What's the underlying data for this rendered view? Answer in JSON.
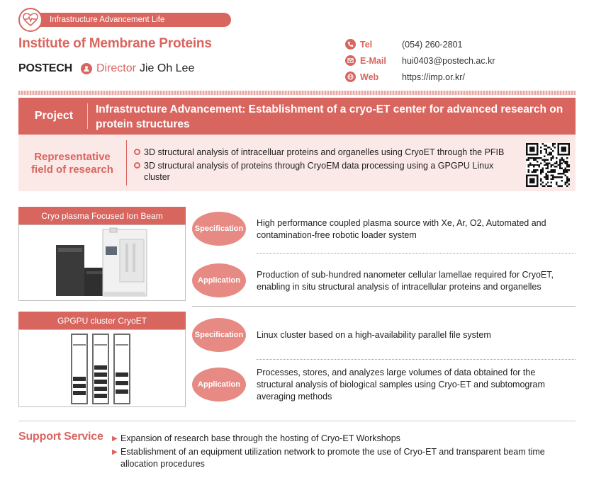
{
  "header": {
    "badge_text": "Infrastructure Advancement Life",
    "institute_name": "Institute of Membrane Proteins",
    "university": "POSTECH",
    "director_label": "Director",
    "director_name": "Jie Oh Lee"
  },
  "contact": {
    "tel_label": "Tel",
    "tel_value": "(054) 260-2801",
    "email_label": "E-Mail",
    "email_value": "hui0403@postech.ac.kr",
    "web_label": "Web",
    "web_value": "https://imp.or.kr/"
  },
  "project": {
    "label": "Project",
    "title": "Infrastructure Advancement: Establishment of a cryo-ET center for advanced research on protein structures"
  },
  "representative": {
    "label_line1": "Representative",
    "label_line2": "field of research",
    "items": [
      "3D structural analysis of intracelluar proteins and organelles using CryoET through the PFIB",
      "3D structural analysis of proteins through CryoEM data processing using a GPGPU Linux cluster"
    ]
  },
  "equipment": [
    {
      "name": "Cryo plasma Focused Ion Beam",
      "specification_label": "Specification",
      "specification": "High performance coupled plasma source with Xe, Ar, O2, Automated and contamination-free robotic loader system",
      "application_label": "Application",
      "application": "Production of sub-hundred nanometer cellular lamellae required for CryoET, enabling in situ structural analysis of intracellular proteins and organelles"
    },
    {
      "name": "GPGPU cluster CryoET",
      "specification_label": "Specification",
      "specification": "Linux cluster based on a high-availability parallel file system",
      "application_label": "Application",
      "application": "Processes, stores, and analyzes large volumes of data obtained for the structural analysis of biological samples using Cryo-ET and subtomogram averaging methods"
    }
  ],
  "support": {
    "label": "Support Service",
    "items": [
      "Expansion of research base through the hosting of Cryo-ET Workshops",
      "Establishment of an equipment utilization network to promote the use of Cryo-ET and transparent beam time allocation procedures"
    ]
  },
  "colors": {
    "accent": "#d9655f",
    "accent_light": "#fbe9e7",
    "oval": "#e78a84"
  }
}
